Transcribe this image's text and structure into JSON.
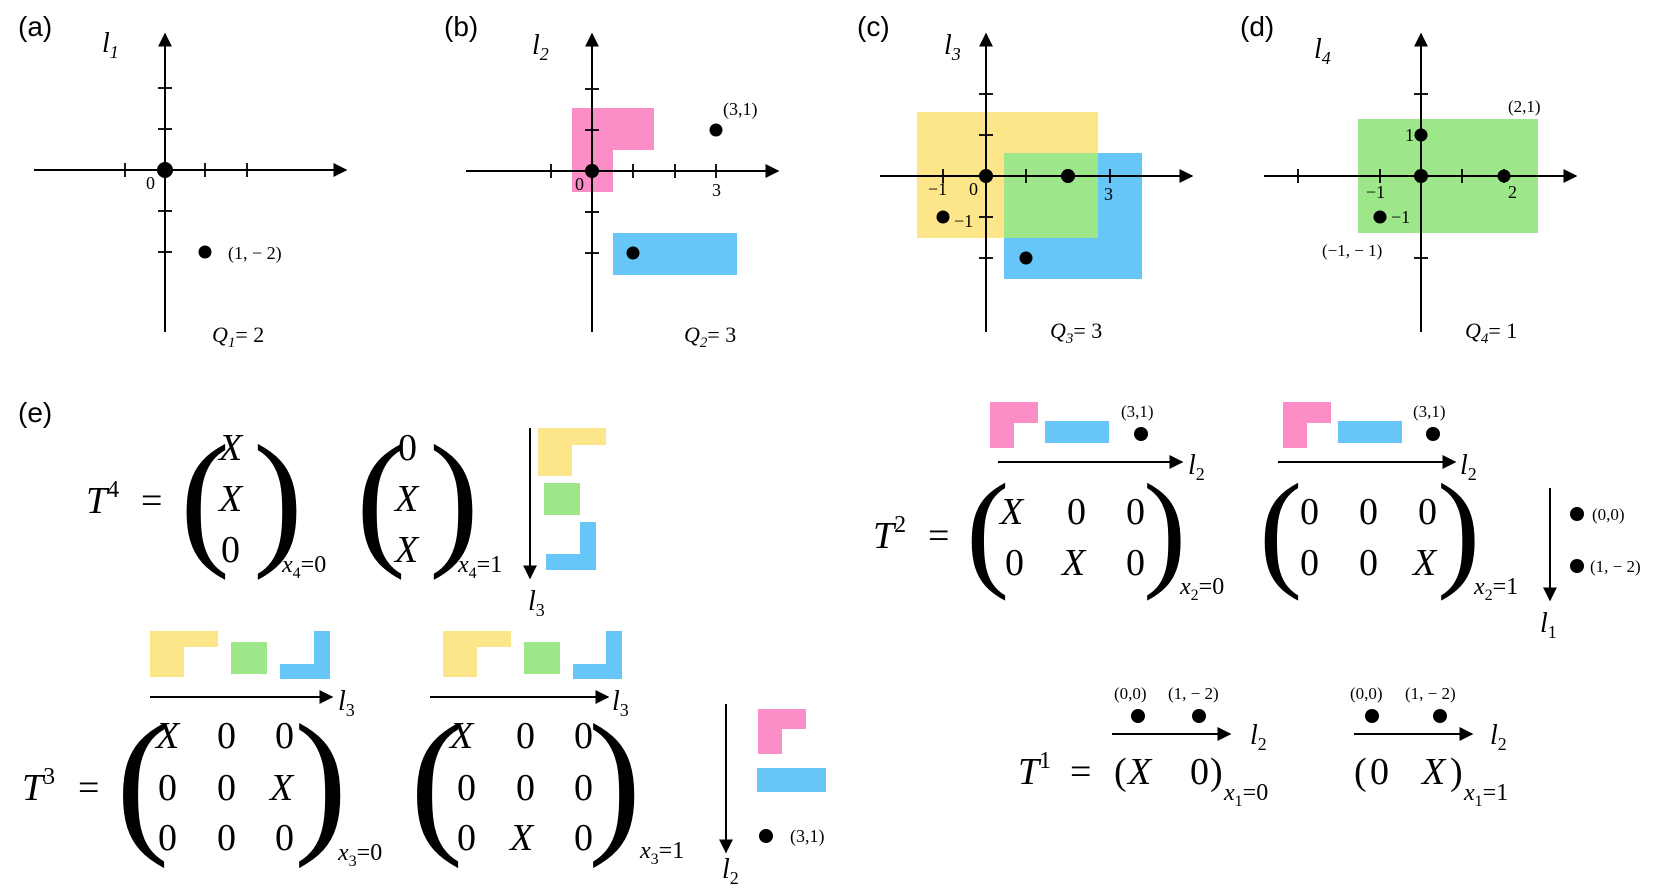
{
  "colors": {
    "pink": "#fb8ec7",
    "yellow": "#fde68a",
    "green": "#9ee68a",
    "blue": "#66c6f8",
    "ink": "#000000"
  },
  "panels": {
    "a": {
      "label": "(a)",
      "axis": "l",
      "axis_sub": "1",
      "origin": "0",
      "point": "(1, − 2)",
      "q": "Q",
      "q_sub": "1",
      "q_val": "= 2"
    },
    "b": {
      "label": "(b)",
      "axis": "l",
      "axis_sub": "2",
      "origin": "0",
      "tick3": "3",
      "point": "(3,1)",
      "q": "Q",
      "q_sub": "2",
      "q_val": "= 3"
    },
    "c": {
      "label": "(c)",
      "axis": "l",
      "axis_sub": "3",
      "origin": "0",
      "tick_neg": "−1",
      "tick3": "3",
      "y_neg": "−1",
      "q": "Q",
      "q_sub": "3",
      "q_val": "= 3"
    },
    "d": {
      "label": "(d)",
      "axis": "l",
      "axis_sub": "4",
      "tick_neg": "−1",
      "tick2": "2",
      "y1": "1",
      "y_neg": "−1",
      "pt_a": "(2,1)",
      "pt_b": "(−1, − 1)",
      "q": "Q",
      "q_sub": "4",
      "q_val": "= 1"
    },
    "e": {
      "label": "(e)"
    }
  },
  "math": {
    "X": "X",
    "zero": "0",
    "eq": "=",
    "T": "T",
    "t4_sup": "4",
    "t3_sup": "3",
    "t2_sup": "2",
    "t1_sup": "1",
    "x": "x",
    "sub1": "1",
    "sub2": "2",
    "sub3": "3",
    "sub4": "4",
    "eq0": "=0",
    "eq1": "=1",
    "l": "l",
    "l1_sub": "1",
    "l2_sub": "2",
    "l3_sub": "3",
    "p00": "(0,0)",
    "p1m2": "(1, − 2)",
    "p31": "(3,1)"
  }
}
